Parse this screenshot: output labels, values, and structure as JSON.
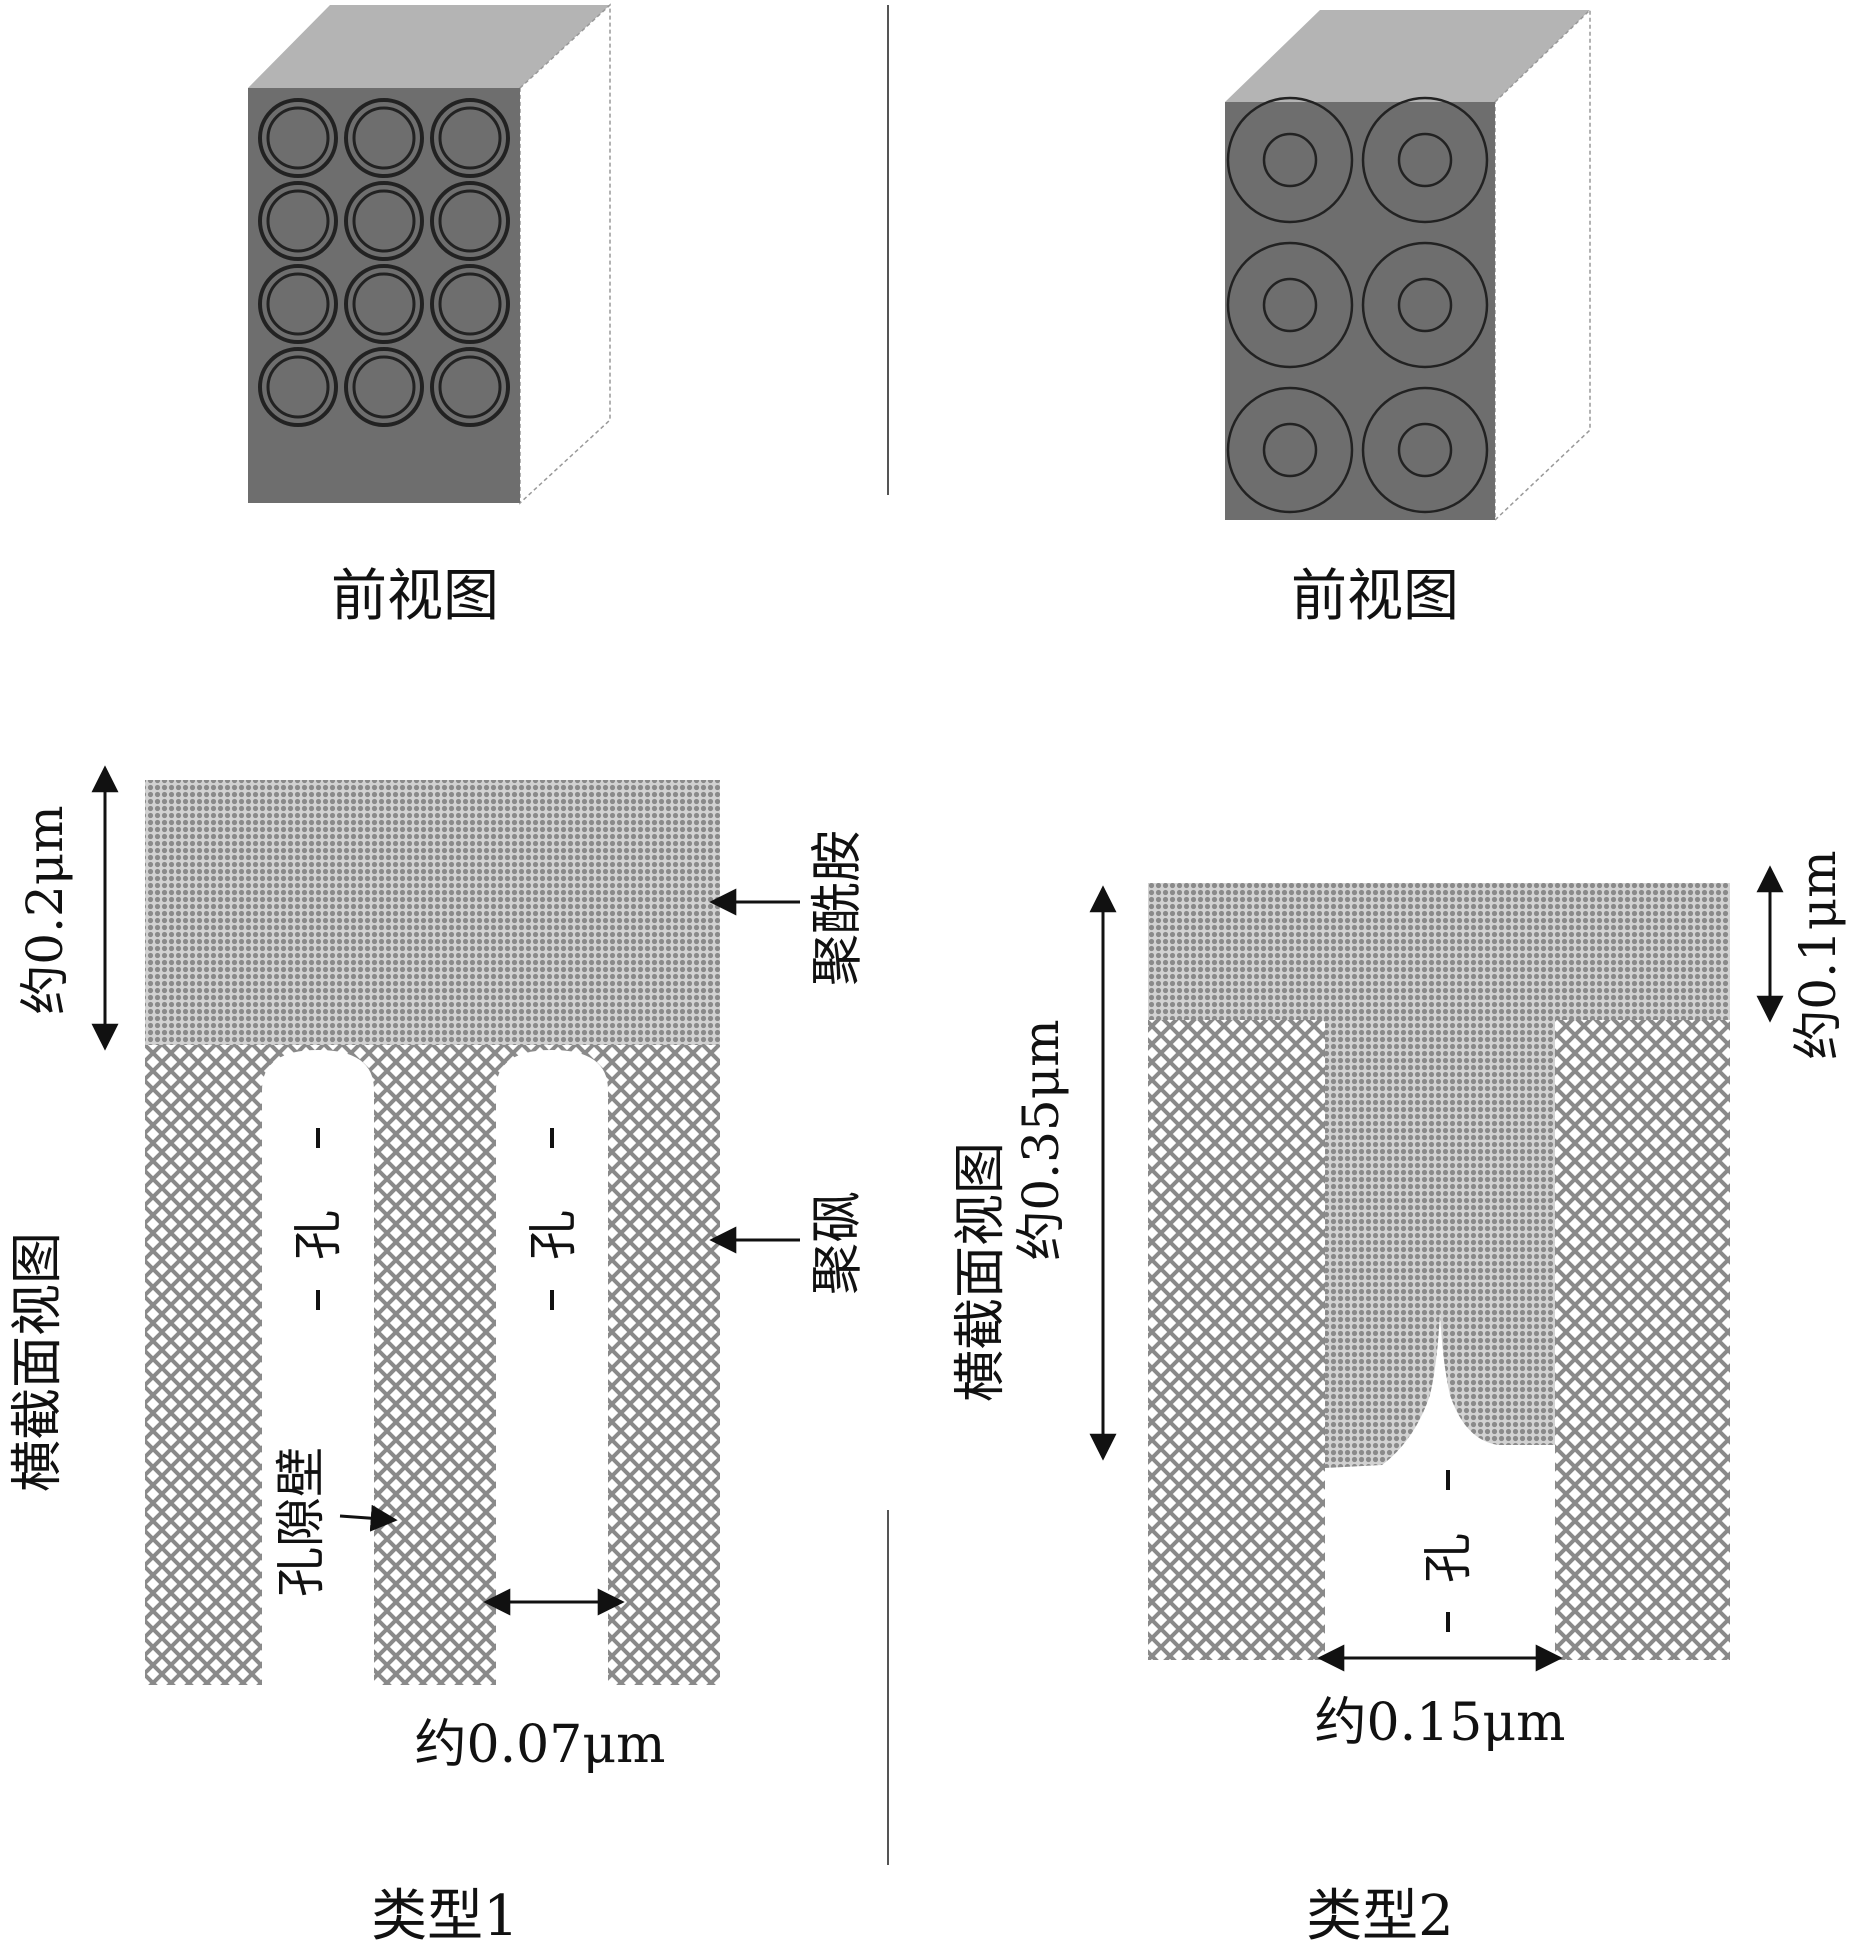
{
  "type1": {
    "front_view_label": "前视图",
    "thickness_label": "约0.2μm",
    "polyamide_label": "聚酰胺",
    "polysulfone_label": "聚砜",
    "cross_section_label": "横截面视图",
    "pore_wall_label": "孔隙壁",
    "pore_label": "孔",
    "pore_width_label": "约0.07μm",
    "type_label": "类型1"
  },
  "type2": {
    "front_view_label": "前视图",
    "top_layer_label": "约0.1μm",
    "depth_label": "约0.35μm",
    "cross_section_label": "横截面视图",
    "pore_label": "孔",
    "pore_width_label": "约0.15μm",
    "type_label": "类型2"
  },
  "colors": {
    "box_front": "#6e6e6e",
    "box_top": "#b4b4b4",
    "box_side": "#ffffff",
    "polyamide": "#9a9a9a",
    "polysulfone_mesh": "#8a8a8a",
    "line": "#111111"
  }
}
